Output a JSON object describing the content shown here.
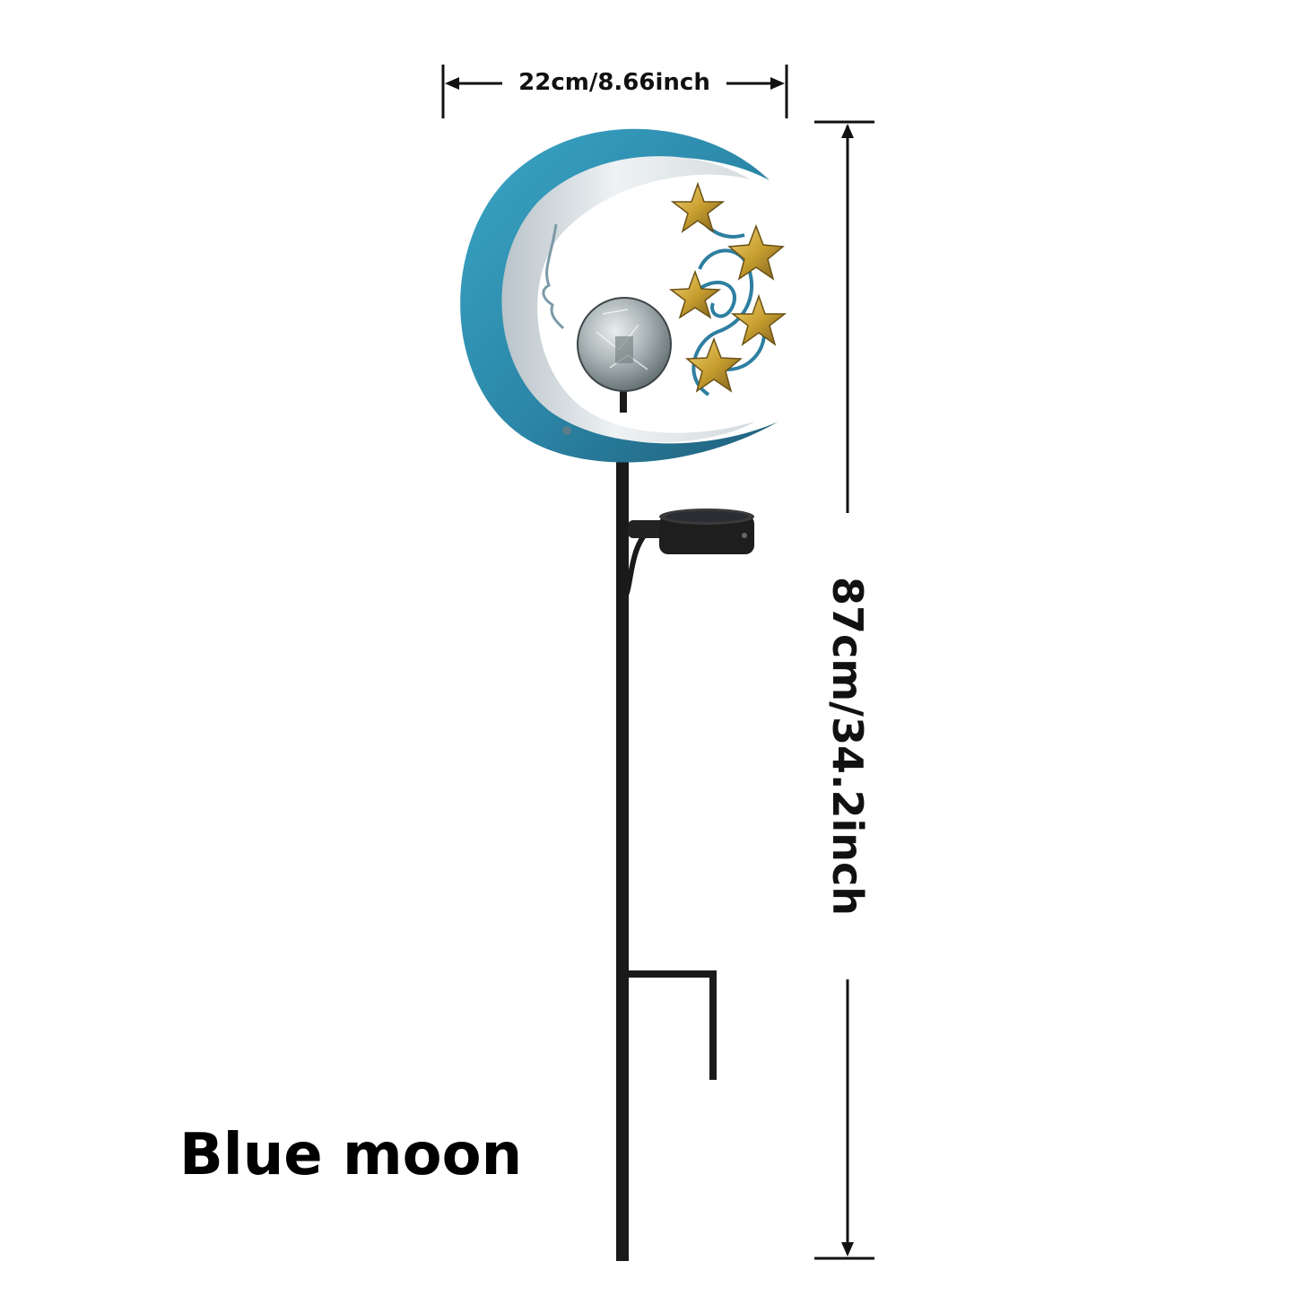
{
  "dimensions": {
    "width_label": "22cm/8.66inch",
    "height_label": "87cm/34.2inch"
  },
  "product": {
    "name": "Blue moon"
  },
  "colors": {
    "moon_blue": "#2f8fae",
    "moon_silver": "#dde3e7",
    "star_gold": "#c9a030",
    "stake": "#1a1a1a",
    "dimension_line": "#111111"
  },
  "icons": [
    "moon-icon",
    "star-icon",
    "glass-orb-icon",
    "solar-panel-icon"
  ]
}
